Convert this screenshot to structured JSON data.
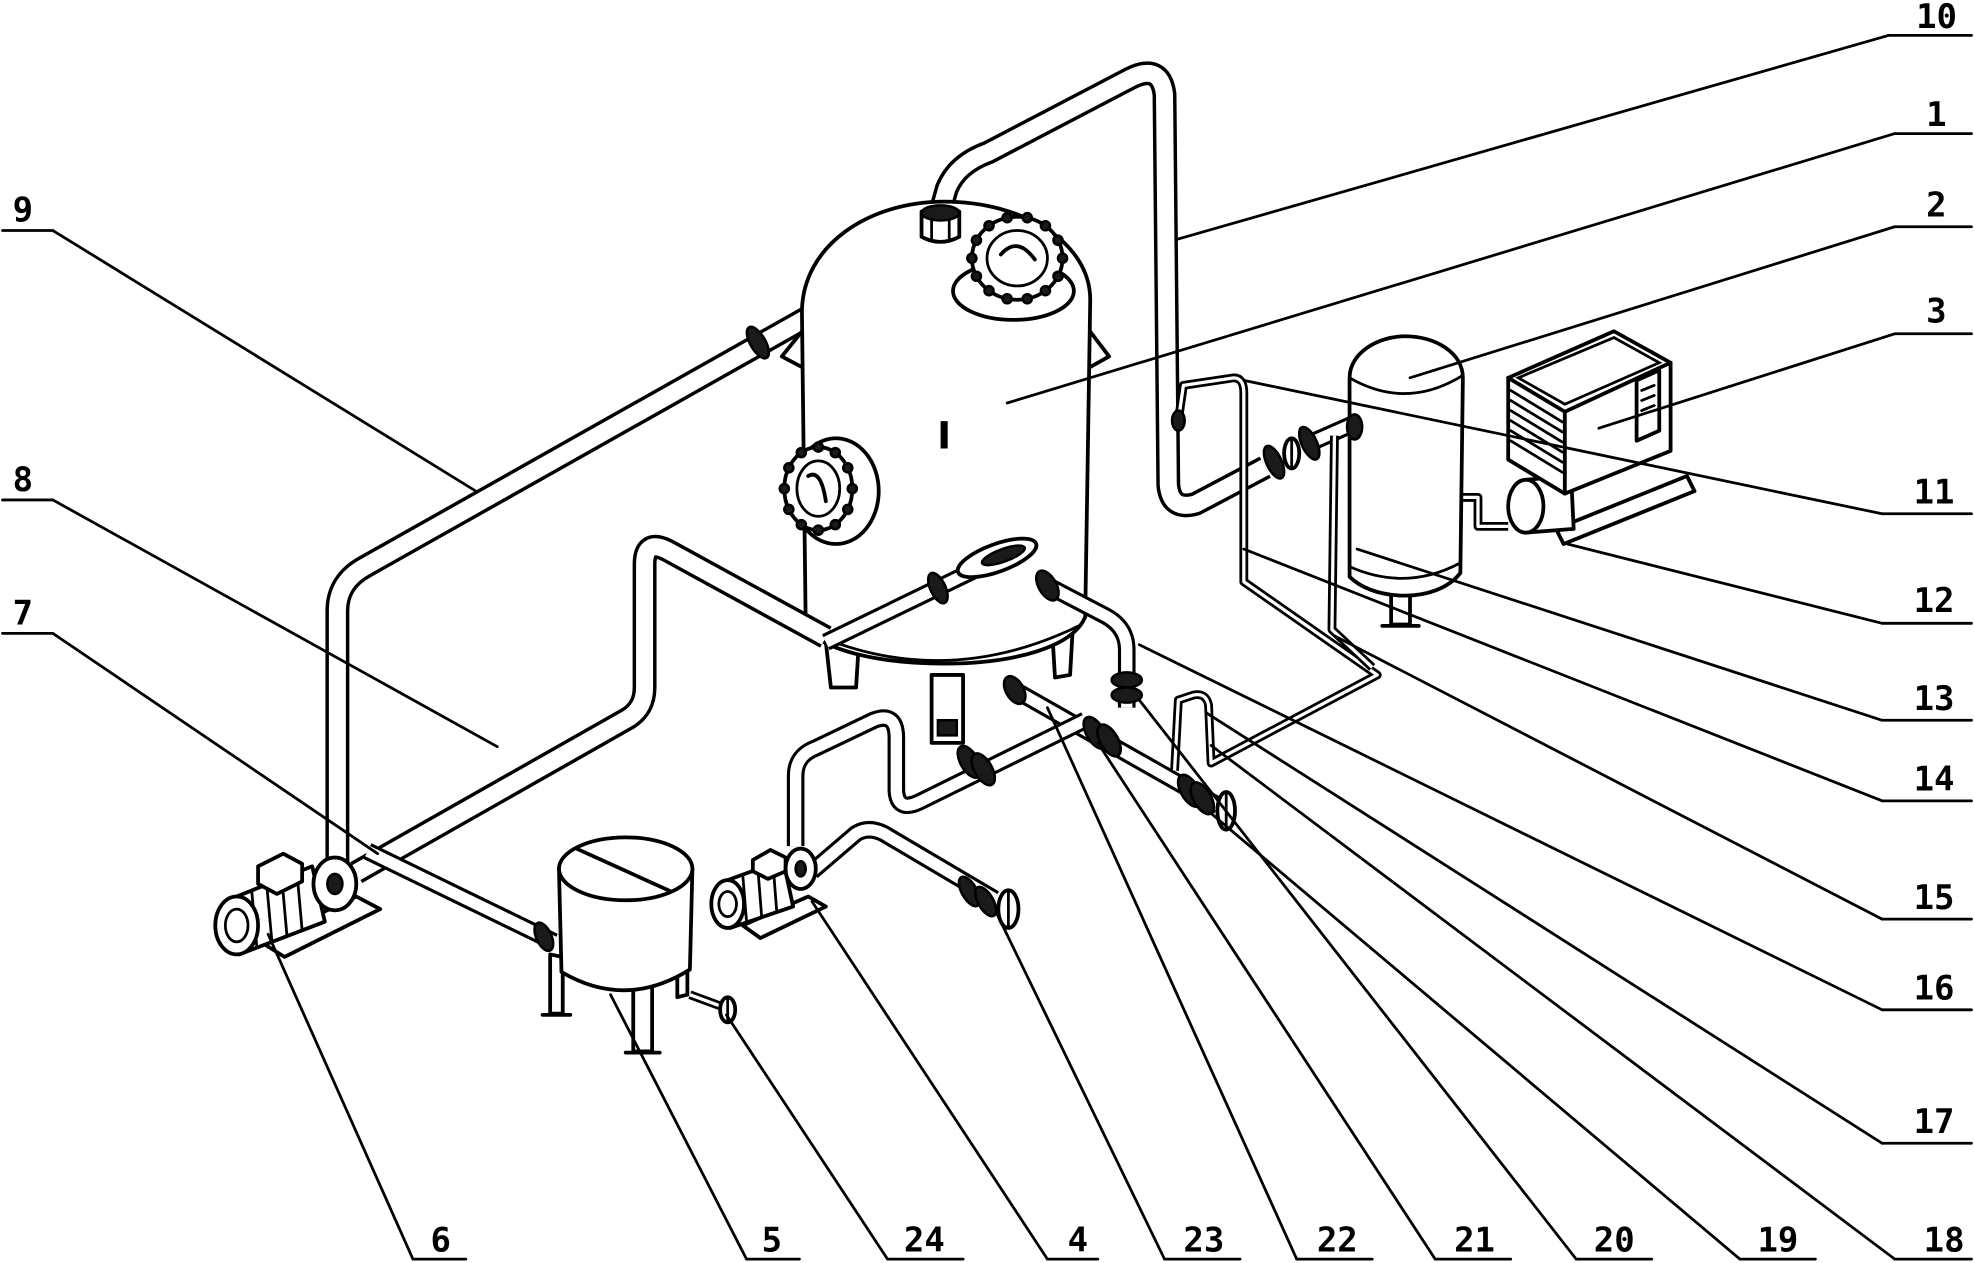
{
  "diagram": {
    "vessel_marking": "I",
    "callouts": [
      "1",
      "2",
      "3",
      "4",
      "5",
      "6",
      "7",
      "8",
      "9",
      "10",
      "11",
      "12",
      "13",
      "14",
      "15",
      "16",
      "17",
      "18",
      "19",
      "20",
      "21",
      "22",
      "23",
      "24"
    ]
  },
  "colors": {
    "line": "#000000",
    "background": "#ffffff"
  }
}
